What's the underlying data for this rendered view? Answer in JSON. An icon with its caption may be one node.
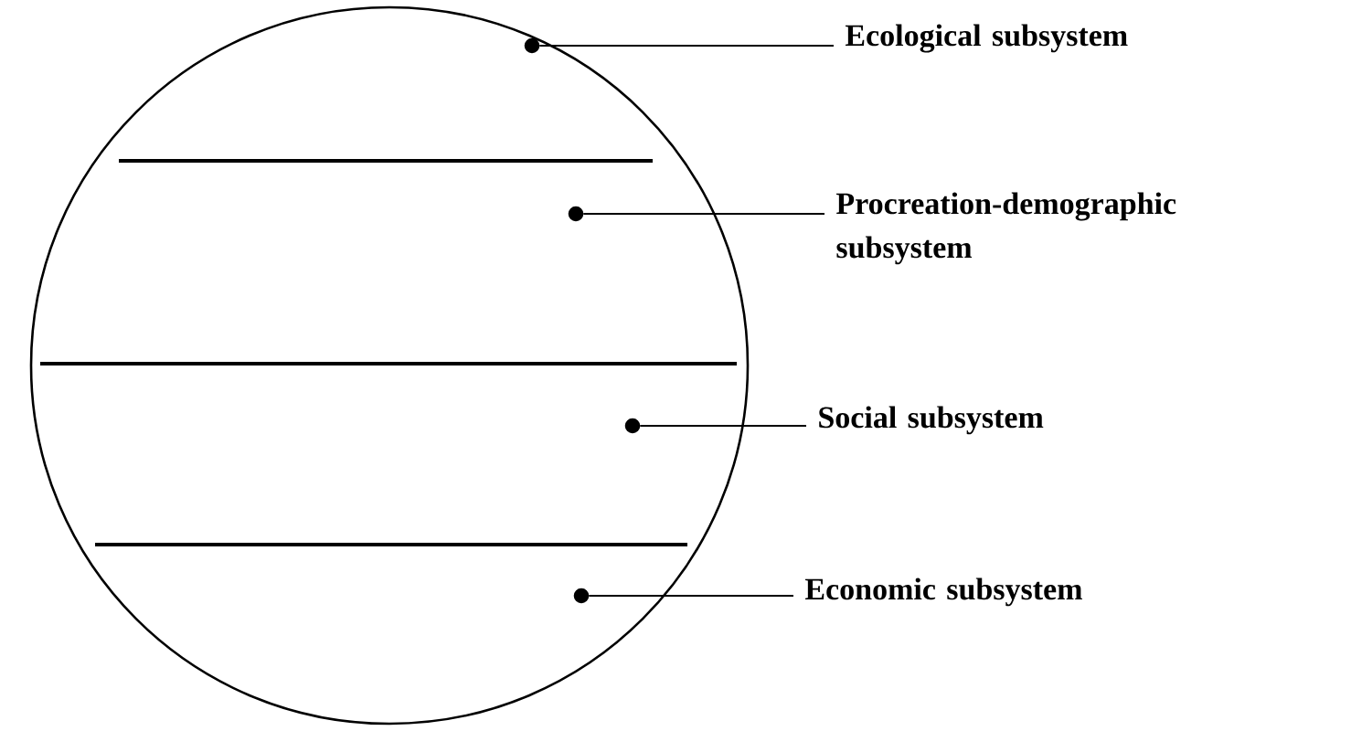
{
  "diagram": {
    "nodes": [
      {
        "text": [],
        "shape": "circle"
      },
      {
        "text": [],
        "shape": "circle",
        "in": 0
      },
      {
        "text": [],
        "shape": "circle",
        "in": 0
      },
      {
        "text": [],
        "shape": "circle",
        "in": 0
      },
      {
        "text": [],
        "shape": "circle",
        "in": 0
      },
      {
        "text": [
          "Ecological subsystem"
        ]
      },
      {
        "text": [
          "Procreation-demographic subsystem"
        ]
      },
      {
        "text": [
          "Social subsystem"
        ]
      },
      {
        "text": [
          "Economic subsystem"
        ]
      }
    ],
    "edges": [
      {
        "from": 5,
        "to": 1,
        "arrow": "none"
      },
      {
        "from": 6,
        "to": 2,
        "arrow": "none"
      },
      {
        "from": 7,
        "to": 3,
        "arrow": "none"
      },
      {
        "from": 8,
        "to": 4,
        "arrow": "none"
      }
    ]
  }
}
